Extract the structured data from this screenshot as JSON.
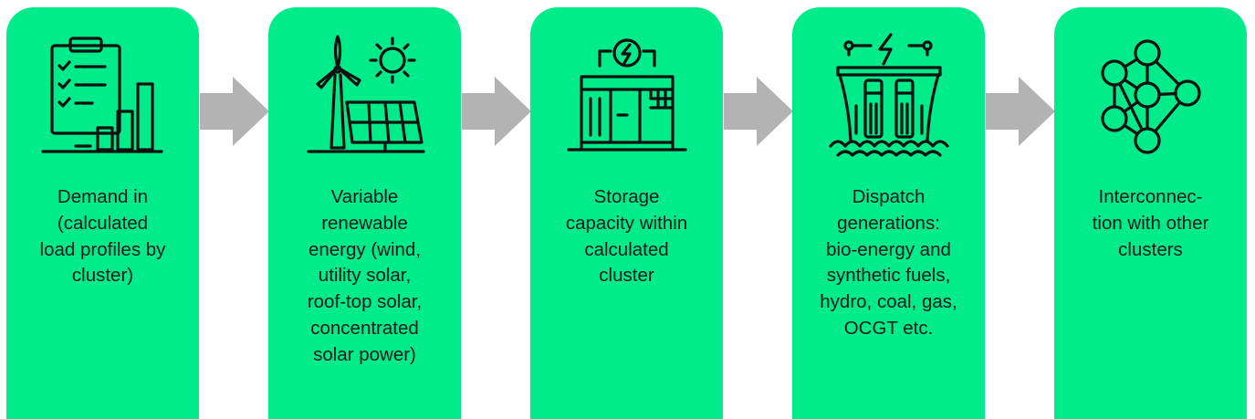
{
  "colors": {
    "card": "#00ec8b",
    "arrow": "#b3b3b3",
    "icon_stroke": "#111111",
    "text": "#1a1a1a"
  },
  "steps": [
    {
      "icon": "clipboard-chart-icon",
      "label": "Demand in (calculated load profiles by cluster)",
      "lines": [
        "Demand in",
        "(calculated",
        "load profiles by",
        "cluster)"
      ]
    },
    {
      "icon": "wind-solar-icon",
      "label": "Variable renewable energy (wind, utility solar, roof-top solar, concentrated solar power)",
      "lines": [
        "Variable",
        "renewable",
        "energy (wind,",
        "utility solar,",
        "roof-top solar,",
        "concentrated",
        "solar power)"
      ]
    },
    {
      "icon": "battery-storage-icon",
      "label": "Storage capacity within calculated cluster",
      "lines": [
        "Storage",
        "capacity within",
        "calculated",
        "cluster"
      ]
    },
    {
      "icon": "hydro-dam-icon",
      "label": "Dispatch generations: bio-energy and synthetic fuels, hydro, coal, gas, OCGT etc.",
      "lines": [
        "Dispatch",
        "generations:",
        "bio-energy and",
        "synthetic fuels,",
        "hydro, coal, gas,",
        "OCGT etc."
      ]
    },
    {
      "icon": "network-nodes-icon",
      "label": "Interconnection with other clusters",
      "lines": [
        "Interconnec-",
        "tion with other",
        "clusters"
      ]
    }
  ]
}
